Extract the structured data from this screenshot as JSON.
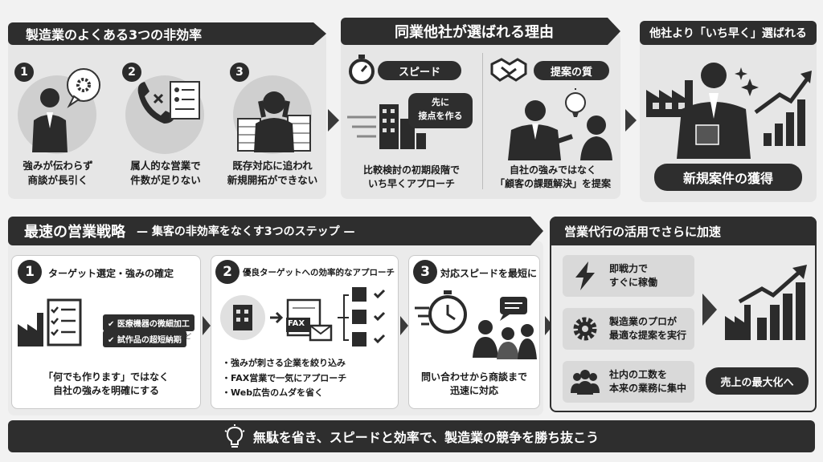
{
  "top": {
    "inefficiency": {
      "title": "製造業のよくある3つの非効率",
      "items": [
        {
          "num": "1",
          "line1": "強みが伝わらず",
          "line2": "商談が長引く",
          "icon": "gear-speech-icon"
        },
        {
          "num": "2",
          "line1": "属人的な営業で",
          "line2": "件数が足りない",
          "icon": "phone-document-icon"
        },
        {
          "num": "3",
          "line1": "既存対応に追われ",
          "line2": "新規開拓ができない",
          "icon": "overwhelmed-person-icon"
        }
      ]
    },
    "reasons": {
      "title": "同業他社が選ばれる理由",
      "speed": {
        "label": "スピード",
        "bubble1": "先に",
        "bubble2": "接点を作る",
        "line1": "比較検討の初期段階で",
        "line2": "いち早くアプローチ"
      },
      "quality": {
        "label": "提案の質",
        "line1": "自社の強みではなく",
        "line2": "「顧客の課題解決」を提案"
      }
    },
    "winning": {
      "title": "他社より「いち早く」選ばれる",
      "result": "新規案件の獲得"
    }
  },
  "strategy": {
    "title": "最速の営業戦略",
    "subtitle": "— 集客の非効率をなくす3つのステップ —",
    "steps": [
      {
        "num": "1",
        "title": "ターゲット選定・強みの確定",
        "tag1": "医療機器の微細加工",
        "tag2": "試作品の超短納期",
        "tag2_suffix": "など",
        "line1": "「何でも作ります」ではなく",
        "line2": "自社の強みを明確にする"
      },
      {
        "num": "2",
        "title": "優良ターゲットへの効率的なアプローチ",
        "fax": "FAX",
        "bullets": [
          "・強みが刺さる企業を絞り込み",
          "・FAX営業で一気にアプローチ",
          "・Web広告のムダを省く"
        ]
      },
      {
        "num": "3",
        "title": "対応スピードを最短に",
        "line1": "問い合わせから商談まで",
        "line2": "迅速に対応"
      }
    ]
  },
  "agency": {
    "title": "営業代行の活用でさらに加速",
    "items": [
      {
        "line1": "即戦力で",
        "line2": "すぐに稼働",
        "icon": "lightning-icon"
      },
      {
        "line1": "製造業のプロが",
        "line2": "最適な提案を実行",
        "icon": "gear-icon"
      },
      {
        "line1": "社内の工数を",
        "line2": "本来の業務に集中",
        "icon": "team-icon"
      }
    ],
    "result": "売上の最大化へ"
  },
  "footer": {
    "text": "無駄を省き、スピードと効率で、製造業の競争を勝ち抜こう"
  },
  "colors": {
    "dark": "#2e2e2e",
    "panel": "#e6e6e6",
    "circle": "#cfcfcf",
    "background": "#f2f2f2"
  }
}
